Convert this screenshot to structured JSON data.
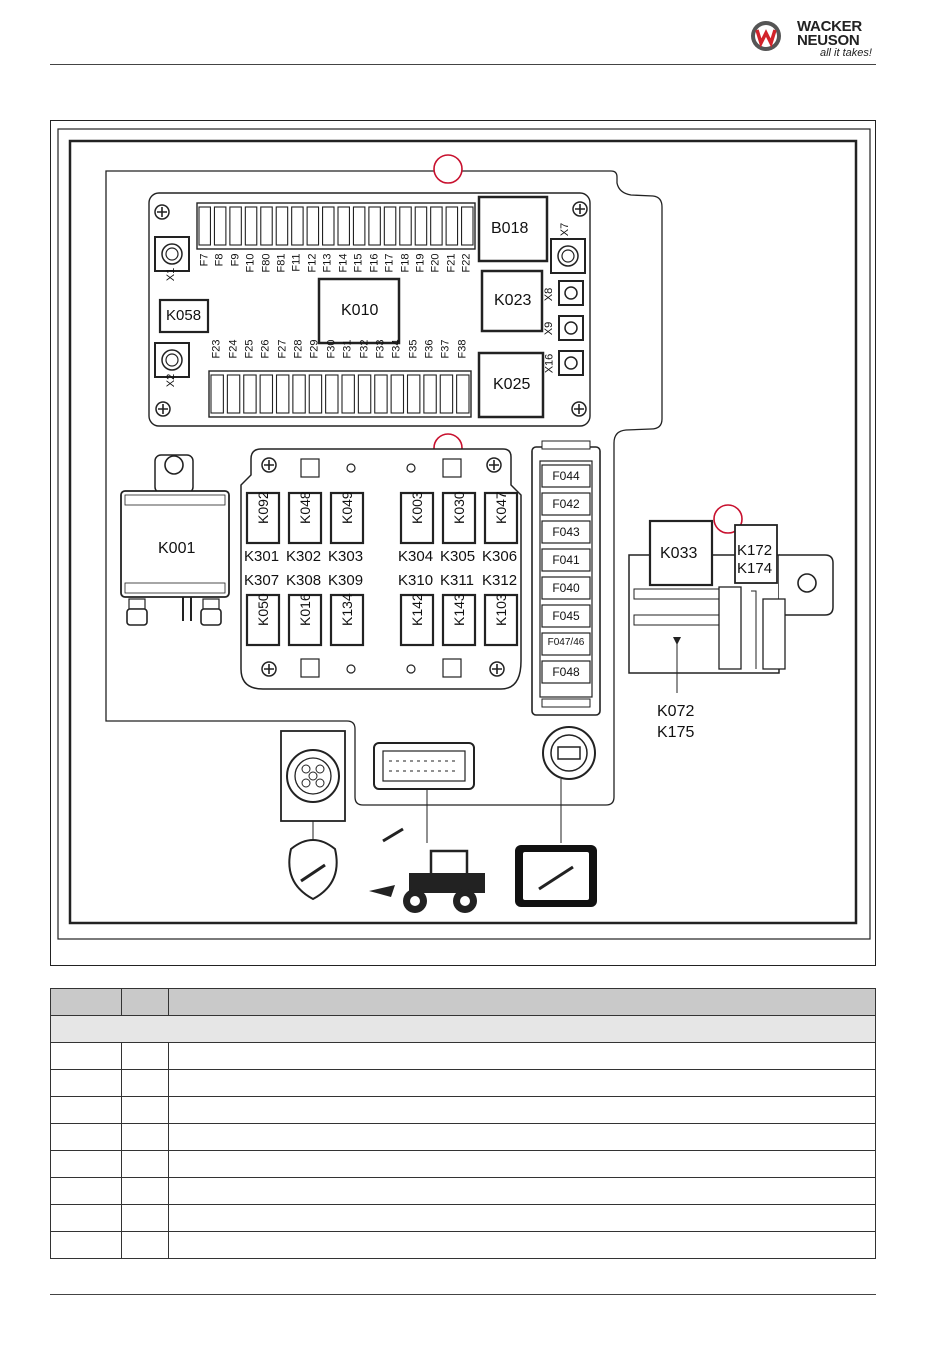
{
  "header": {
    "brand_line1": "WACKER",
    "brand_line2": "NEUSON",
    "tagline": "all it takes!"
  },
  "figure": {
    "fuses_top": [
      "F7",
      "F8",
      "F9",
      "F10",
      "F80",
      "F81",
      "F11",
      "F12",
      "F13",
      "F14",
      "F15",
      "F16",
      "F17",
      "F18",
      "F19",
      "F20",
      "F21",
      "F22"
    ],
    "fuses_bottom": [
      "F23",
      "F24",
      "F25",
      "F26",
      "F27",
      "F28",
      "F29",
      "F30",
      "F31",
      "F32",
      "F33",
      "F34",
      "F35",
      "F36",
      "F37",
      "F38"
    ],
    "components": {
      "b018": "B018",
      "k010": "K010",
      "k023": "K023",
      "k025": "K025",
      "k058": "K058",
      "k001": "K001",
      "k033": "K033",
      "k172_k174": [
        "K172",
        "K174"
      ],
      "k072_k175": [
        "K072",
        "K175"
      ]
    },
    "connectors": {
      "x1": "X1",
      "x2": "X2",
      "x7": "X7",
      "x8": "X8",
      "x9": "X9",
      "x16": "X16"
    },
    "relays_top_row": [
      "K092",
      "K048",
      "K049",
      "K003",
      "K030",
      "K047"
    ],
    "relay_labels_row1": [
      "K301",
      "K302",
      "K303",
      "K304",
      "K305",
      "K306"
    ],
    "relay_labels_row2": [
      "K307",
      "K308",
      "K309",
      "K310",
      "K311",
      "K312"
    ],
    "relays_bottom_row": [
      "K050",
      "K016",
      "K134",
      "K142",
      "K143",
      "K103"
    ],
    "side_fuses": [
      "F044",
      "F042",
      "F043",
      "F041",
      "F040",
      "F045",
      "F047/46",
      "F048"
    ]
  },
  "legend_table": {
    "headers": [
      "",
      "",
      ""
    ],
    "rows": 8
  }
}
